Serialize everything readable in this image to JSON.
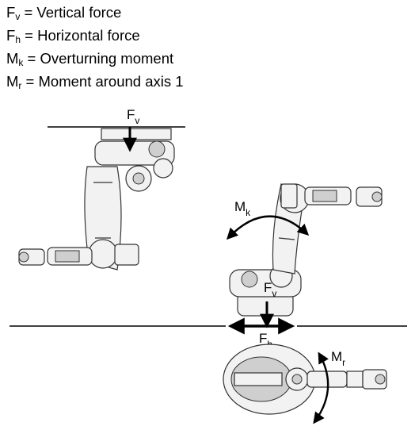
{
  "legend": [
    {
      "symbol": "F",
      "sub": "v",
      "text": " = Vertical force"
    },
    {
      "symbol": "F",
      "sub": "h",
      "text": " = Horizontal force"
    },
    {
      "symbol": "M",
      "sub": "k",
      "text": " = Overturning moment"
    },
    {
      "symbol": "M",
      "sub": "r",
      "text": " = Moment around axis 1"
    }
  ],
  "labels": {
    "fv_top": {
      "symbol": "F",
      "sub": "v"
    },
    "mk": {
      "symbol": "M",
      "sub": "k"
    },
    "fv_floor": {
      "symbol": "F",
      "sub": "v"
    },
    "fh": {
      "symbol": "F",
      "sub": "h"
    },
    "mr": {
      "symbol": "M",
      "sub": "r"
    }
  }
}
